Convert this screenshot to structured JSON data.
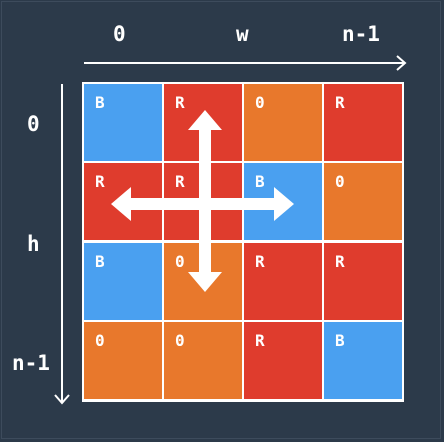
{
  "axes": {
    "x_start": "0",
    "x_mid": "w",
    "x_end": "n-1",
    "y_start": "0",
    "y_mid": "h",
    "y_end": "n-1"
  },
  "colors": {
    "background": "#2c3a4a",
    "B": "#4aa0f0",
    "R": "#df3c2d",
    "0": "#e8782c",
    "arrow": "#ffffff"
  },
  "grid": [
    [
      "B",
      "R",
      "0",
      "R"
    ],
    [
      "R",
      "R",
      "B",
      "0"
    ],
    [
      "B",
      "0",
      "R",
      "R"
    ],
    [
      "0",
      "0",
      "R",
      "B"
    ]
  ],
  "arrows_icon": "four-direction-arrows-icon"
}
